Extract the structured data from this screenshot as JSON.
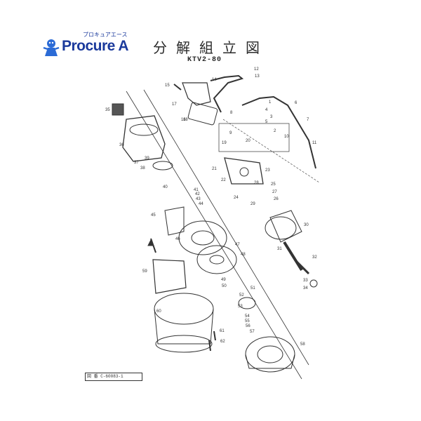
{
  "logo": {
    "brand": "Procure A",
    "kana": "プロキュアエース"
  },
  "header": {
    "title": "分解組立図",
    "model": "KTV2-80"
  },
  "footer": {
    "doc_code_prefix": "図 番",
    "doc_code": "C-60083-1"
  },
  "parts": [
    "1",
    "2",
    "3",
    "4",
    "5",
    "6",
    "7",
    "8",
    "9",
    "10",
    "11",
    "12",
    "13",
    "14",
    "15",
    "16",
    "17",
    "18",
    "19",
    "20",
    "21",
    "22",
    "23",
    "24",
    "25",
    "26",
    "27",
    "28",
    "29",
    "30",
    "31",
    "32",
    "33",
    "34",
    "35",
    "36",
    "37",
    "38",
    "39",
    "40",
    "41",
    "42",
    "43",
    "44",
    "45",
    "46",
    "47",
    "48",
    "49",
    "50",
    "51",
    "52",
    "53",
    "54",
    "55",
    "56",
    "57",
    "58",
    "59",
    "60",
    "61",
    "62"
  ]
}
